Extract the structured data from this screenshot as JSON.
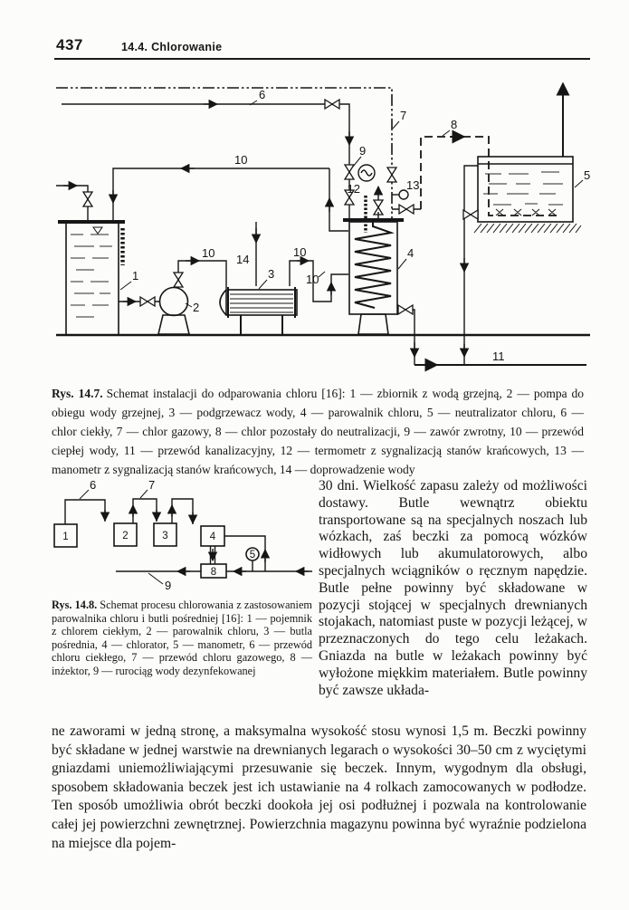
{
  "page": {
    "number": "437",
    "section": "14.4. Chlorowanie"
  },
  "figure1": {
    "caption_label": "Rys. 14.7.",
    "caption_text": "Schemat instalacji do odparowania chloru [16]: 1 — zbiornik z wodą grzejną, 2 — pompa do obiegu wody grzejnej, 3 — podgrzewacz wody, 4 — parowalnik chloru, 5 — neutralizator chloru, 6 — chlor ciekły, 7 — chlor gazowy, 8 — chlor pozostały do neutralizacji, 9 — zawór zwrotny, 10 — przewód ciepłej wody, 11 — przewód kanalizacyjny, 12 — termometr z sygnalizacją stanów krańcowych, 13 — manometr z sygnalizacją stanów krańcowych, 14 — doprowadzenie wody",
    "labels": {
      "n1": "1",
      "n2": "2",
      "n3": "3",
      "n4": "4",
      "n5": "5",
      "n6": "6",
      "n7": "7",
      "n8": "8",
      "n9": "9",
      "n10a": "10",
      "n10b": "10",
      "n10c": "10",
      "n10d": "10",
      "n11": "11",
      "n12": "12",
      "n13": "13",
      "n14": "14"
    }
  },
  "figure2": {
    "caption_label": "Rys. 14.8.",
    "caption_text": "Schemat procesu chlorowania z zastosowaniem parowalnika chloru i butli pośredniej [16]: 1 — pojemnik z chlorem ciekłym, 2 — parowalnik chloru, 3 — butla pośrednia, 4 — chlorator, 5 — manometr, 6 — przewód chloru ciekłego, 7 — przewód chloru gazowego, 8 — inżektor, 9 — rurociąg wody dezynfekowanej",
    "labels": {
      "b1": "1",
      "b2": "2",
      "b3": "3",
      "b4": "4",
      "b8": "8",
      "c5": "5",
      "l6": "6",
      "l7": "7",
      "l9": "9"
    }
  },
  "text": {
    "column": "30 dni. Wielkość zapasu zależy od możliwości dostawy. Butle wewnątrz obiektu transportowane są na specjalnych noszach lub wózkach, zaś beczki za pomocą wózków widłowych lub akumulatorowych, albo specjalnych wciągników o ręcznym napędzie. Butle pełne powinny być składowane w pozycji stojącej w specjalnych drewnianych stojakach, natomiast puste w pozycji leżącej, w przeznaczonych do tego celu leżakach. Gniazda na butle w leżakach powinny być wyłożone miękkim materiałem. Butle powinny być zawsze układa-",
    "bottom": "ne zaworami w jedną stronę, a maksymalna wysokość stosu wynosi 1,5 m. Beczki powinny być składane w jednej warstwie na drewnianych legarach o wysokości 30–50 cm z wyciętymi gniazdami uniemożliwiającymi przesuwanie się beczek. Innym, wygodnym dla obsługi, sposobem składowania beczek jest ich ustawianie na 4 rolkach zamocowanych w podłodze. Ten sposób umożliwia obrót beczki dookoła jej osi podłużnej i pozwala na kontrolowanie całej jej powierzchni zewnętrznej. Powierzchnia magazynu powinna być wyraźnie podzielona na miejsce dla pojem-"
  }
}
